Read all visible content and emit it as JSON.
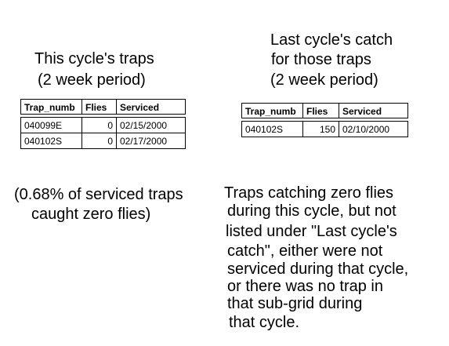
{
  "left_section": {
    "heading_line1": "This cycle's traps",
    "heading_line2": "(2 week period)",
    "table": {
      "columns": [
        "Trap_numb",
        "Flies",
        "Serviced"
      ],
      "rows": [
        {
          "trap": "040099E",
          "flies": "0",
          "serviced": "02/15/2000"
        },
        {
          "trap": "040102S",
          "flies": "0",
          "serviced": "02/17/2000"
        }
      ]
    },
    "note_line1": "(0.68% of serviced traps",
    "note_line2": "caught zero flies)"
  },
  "right_section": {
    "heading_line1": "Last cycle's catch",
    "heading_line2": "for those traps",
    "heading_line3": "(2 week period)",
    "table": {
      "columns": [
        "Trap_numb",
        "Flies",
        "Serviced"
      ],
      "rows": [
        {
          "trap": "040102S",
          "flies": "150",
          "serviced": "02/10/2000"
        }
      ]
    },
    "note_lines": [
      "Traps catching zero flies",
      "during this cycle, but not",
      "listed under \"Last cycle's",
      "catch\", either were not",
      "serviced during that cycle,",
      "or there was no trap in",
      "that sub-grid during",
      "that cycle."
    ]
  }
}
